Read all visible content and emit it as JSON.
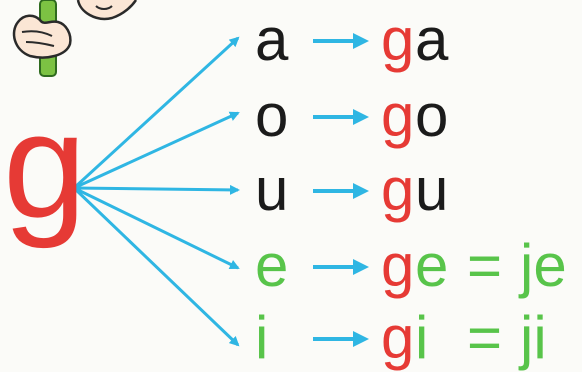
{
  "initial": "g",
  "colors": {
    "red": "#e63a35",
    "green": "#58c44a",
    "dark": "#1b1b1b",
    "arrow_blue": "#2fb6e3"
  },
  "rows": [
    {
      "vowel": "a",
      "g": "g",
      "vowel_after": "a",
      "eq": "",
      "result": ""
    },
    {
      "vowel": "o",
      "g": "g",
      "vowel_after": "o",
      "eq": "",
      "result": ""
    },
    {
      "vowel": "u",
      "g": "g",
      "vowel_after": "u",
      "eq": "",
      "result": ""
    },
    {
      "vowel": "e",
      "g": "g",
      "vowel_after": "e",
      "eq": "=",
      "result": "je"
    },
    {
      "vowel": "i",
      "g": "g",
      "vowel_after": "i",
      "eq": "=",
      "result": "ji"
    }
  ]
}
